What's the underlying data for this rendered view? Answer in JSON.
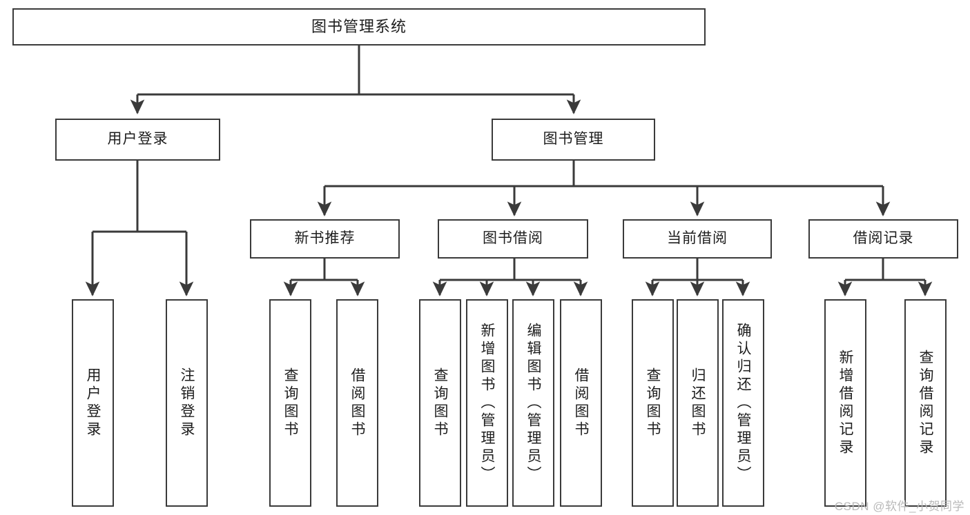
{
  "diagram": {
    "title": "图书管理系统",
    "type": "hierarchy-tree",
    "watermark": "CSDN @软件_小贺同学",
    "colors": {
      "background": "#ffffff",
      "box_border": "#3a3a3a",
      "box_fill": "#ffffff",
      "edge": "#3a3a3a",
      "text": "#1d1d1d",
      "watermark": "#b9b9b9"
    },
    "nodes": {
      "root": {
        "label": "图书管理系统"
      },
      "level2": [
        {
          "id": "user-login",
          "label": "用户登录"
        },
        {
          "id": "book-manage",
          "label": "图书管理"
        }
      ],
      "level3": [
        {
          "id": "new-book-recommend",
          "label": "新书推荐"
        },
        {
          "id": "book-borrow",
          "label": "图书借阅"
        },
        {
          "id": "current-borrow",
          "label": "当前借阅"
        },
        {
          "id": "borrow-record",
          "label": "借阅记录"
        }
      ],
      "leaves": {
        "user-login": [
          {
            "id": "leaf-user-login",
            "label": "用户登录"
          },
          {
            "id": "leaf-logout-login",
            "label": "注销登录"
          }
        ],
        "new-book-recommend": [
          {
            "id": "leaf-query-book-1",
            "label": "查询图书"
          },
          {
            "id": "leaf-borrow-book-1",
            "label": "借阅图书"
          }
        ],
        "book-borrow": [
          {
            "id": "leaf-query-book-2",
            "label": "查询图书"
          },
          {
            "id": "leaf-add-book",
            "label": "新增图书（管理员）"
          },
          {
            "id": "leaf-edit-book",
            "label": "编辑图书（管理员）"
          },
          {
            "id": "leaf-borrow-book-2",
            "label": "借阅图书"
          }
        ],
        "current-borrow": [
          {
            "id": "leaf-query-book-3",
            "label": "查询图书"
          },
          {
            "id": "leaf-return-book",
            "label": "归还图书"
          },
          {
            "id": "leaf-confirm-return",
            "label": "确认归还（管理员）"
          }
        ],
        "borrow-record": [
          {
            "id": "leaf-add-record",
            "label": "新增借阅记录"
          },
          {
            "id": "leaf-query-record",
            "label": "查询借阅记录"
          }
        ]
      }
    }
  }
}
